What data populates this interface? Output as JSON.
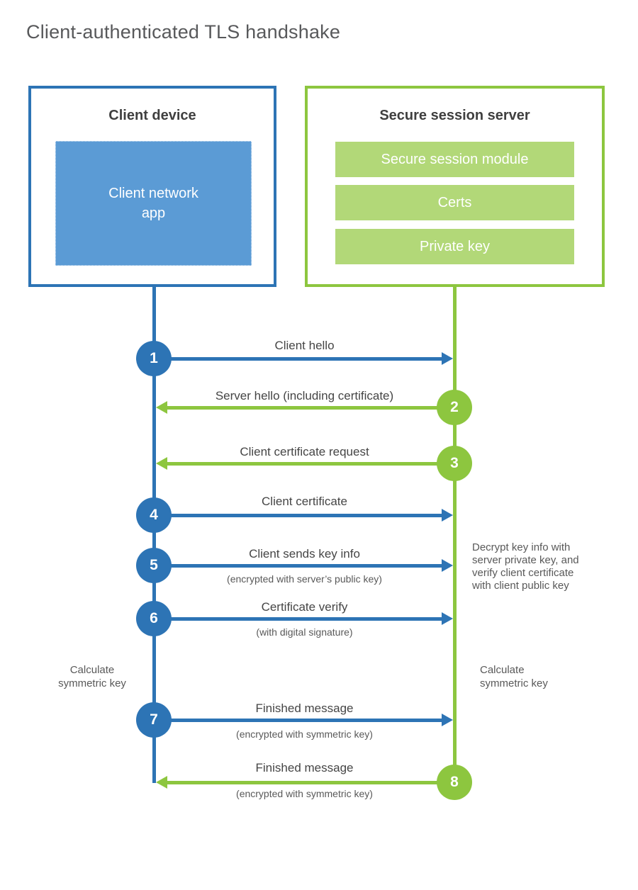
{
  "title": "Client-authenticated TLS handshake",
  "colors": {
    "blue": "#2d74b5",
    "blue_fill": "#5b9bd5",
    "green": "#8dc63f",
    "green_fill": "#b2d878"
  },
  "client": {
    "title": "Client device",
    "app_label": "Client network\napp"
  },
  "server": {
    "title": "Secure session server",
    "modules": [
      "Secure session module",
      "Certs",
      "Private key"
    ]
  },
  "steps": [
    {
      "num": "1",
      "label": "Client hello",
      "sub": "",
      "direction": "right",
      "color": "blue"
    },
    {
      "num": "2",
      "label": "Server hello (including certificate)",
      "sub": "",
      "direction": "left",
      "color": "green"
    },
    {
      "num": "3",
      "label": "Client certificate request",
      "sub": "",
      "direction": "left",
      "color": "green"
    },
    {
      "num": "4",
      "label": "Client certificate",
      "sub": "",
      "direction": "right",
      "color": "blue"
    },
    {
      "num": "5",
      "label": "Client sends key info",
      "sub": "(encrypted with server’s public key)",
      "direction": "right",
      "color": "blue"
    },
    {
      "num": "6",
      "label": "Certificate verify",
      "sub": "(with digital signature)",
      "direction": "right",
      "color": "blue"
    },
    {
      "num": "7",
      "label": "Finished message",
      "sub": "(encrypted with symmetric key)",
      "direction": "right",
      "color": "blue"
    },
    {
      "num": "8",
      "label": "Finished message",
      "sub": "(encrypted with symmetric key)",
      "direction": "left",
      "color": "green"
    }
  ],
  "annotations": {
    "decrypt_note": "Decrypt key info with server private key, and verify client certificate with client public key",
    "calc_left": "Calculate\nsymmetric key",
    "calc_right": "Calculate\nsymmetric key"
  }
}
